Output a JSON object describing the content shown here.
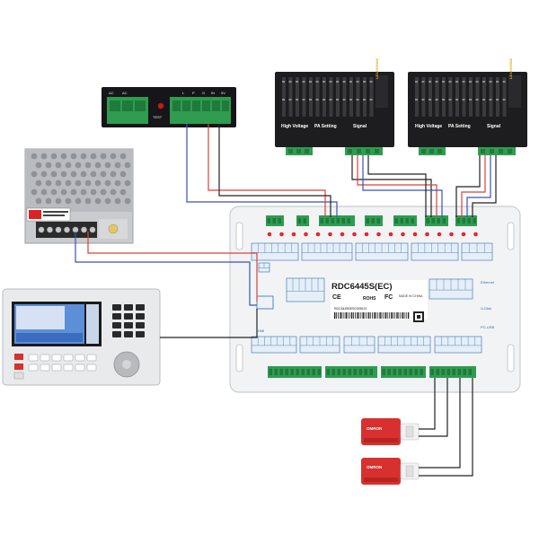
{
  "controller": {
    "model": "RDC6445S(EC)",
    "made_in": "MADE IN CHINA",
    "ce_mark": "CE",
    "rohs_mark": "ROHS",
    "fcc_mark": "FC",
    "serial": "RDC6445BES0159813",
    "ethernet_label": "Ethernet",
    "usb_label": "U-Disk",
    "pc_usb_label": "PC-USB",
    "hmi_label": "HMI"
  },
  "drivers": [
    {
      "brand": "LEADSHINE",
      "high_voltage": "High Voltage",
      "pa_setting": "PA Setting",
      "signal": "Signal"
    },
    {
      "brand": "LEADSHINE",
      "high_voltage": "High Voltage",
      "pa_setting": "PA Setting",
      "signal": "Signal"
    }
  ],
  "laser_psu": {
    "test_label": "TEST",
    "terminals": [
      "AC",
      "AC",
      "",
      "L",
      "P",
      "G",
      "IN",
      "5V"
    ]
  },
  "limit_switches": [
    {
      "label": "OMRON"
    },
    {
      "label": "OMRON"
    }
  ],
  "colors": {
    "wire_red": "#d9413a",
    "wire_blue": "#3a52b8",
    "wire_black": "#222222",
    "terminal_green": "#2f9c50",
    "board_white": "#f2f3f5",
    "board_line_blue": "#2b6fb2",
    "driver_black": "#1d1d1f",
    "switch_red": "#d8302e"
  },
  "icons": [
    "wiring-diagram",
    "power-supply-unit",
    "control-panel-hmi",
    "stepper-driver",
    "limit-switch"
  ]
}
